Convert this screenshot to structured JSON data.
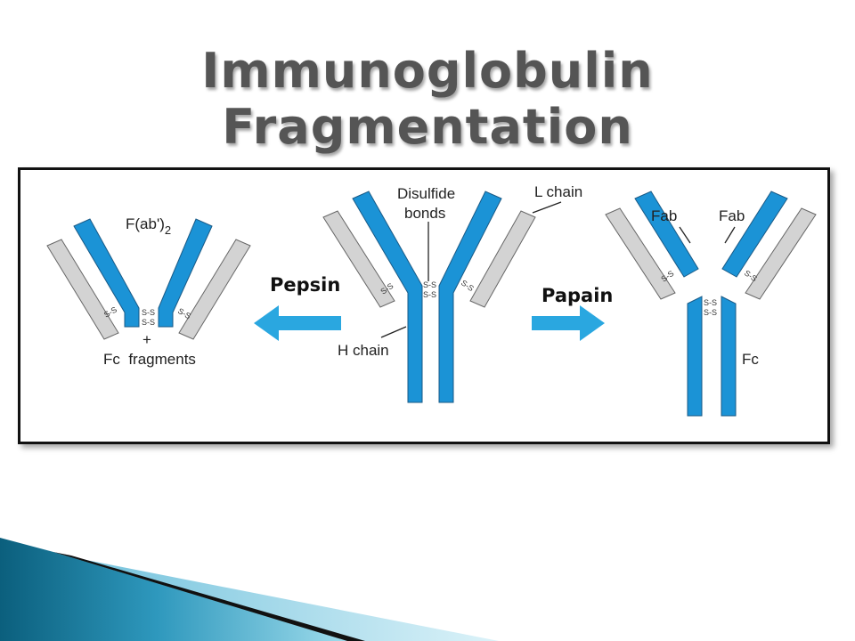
{
  "title": "Immunoglobulin Fragmentation",
  "colors": {
    "heavy_chain": "#1b93d6",
    "light_chain": "#d3d3d3",
    "arrow": "#2aa7e0",
    "title_text": "#555555",
    "ribbon_dark": "#0b5f7d",
    "ribbon_light": "#64c3df"
  },
  "diagram": {
    "pepsin_product": {
      "label_main": "F(ab')",
      "label_sub": "2",
      "plus": "+",
      "fc_label": "Fc  fragments"
    },
    "intact_antibody": {
      "disulfide_line1": "Disulfide",
      "disulfide_line2": "bonds",
      "l_chain": "L chain",
      "h_chain": "H chain"
    },
    "enzymes": {
      "pepsin": "Pepsin",
      "papain": "Papain"
    },
    "papain_product": {
      "fab_left": "Fab",
      "fab_right": "Fab",
      "fc": "Fc"
    },
    "bond_mark": "S-S"
  }
}
